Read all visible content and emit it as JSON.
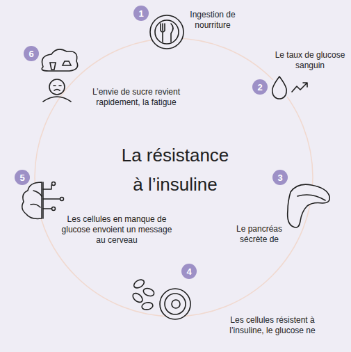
{
  "diagram": {
    "title": "La résistance à l’insuline",
    "nodes": [
      {
        "text": [
          "1"
        ]
      },
      {
        "text": [
          "2"
        ]
      },
      {
        "text": [
          "3"
        ]
      },
      {
        "text": [
          "4"
        ]
      },
      {
        "text": [
          "5"
        ]
      },
      {
        "text": [
          "6"
        ]
      }
    ],
    "labels": [
      "Ingestion de nourriture",
      "Le taux de glucose sanguin",
      "Le pancréas sécrète de",
      "Les cellules résistent à l’insuline, le glucose ne",
      "Les cellules en manque de glucose envoient un message au cerveau",
      "L’envie de sucre revient rapidement, la fatigue"
    ]
  }
}
